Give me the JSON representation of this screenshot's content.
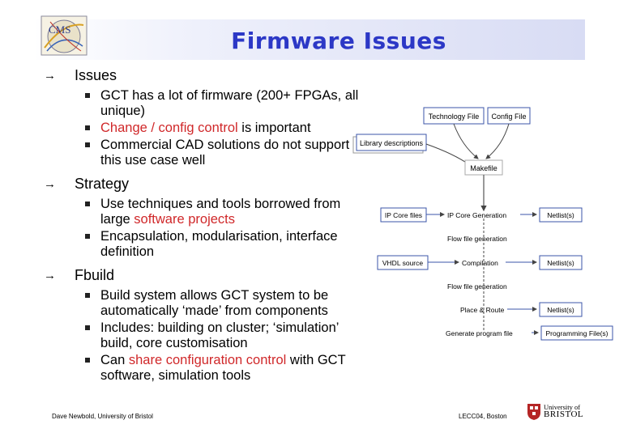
{
  "title": "Firmware Issues",
  "sections": [
    {
      "heading": "Issues",
      "bullets": [
        {
          "parts": [
            {
              "t": "GCT has a lot of firmware (200+ FPGAs, all unique)",
              "c": "black"
            }
          ]
        },
        {
          "parts": [
            {
              "t": "Change / config control",
              "c": "red"
            },
            {
              "t": " is important",
              "c": "black"
            }
          ]
        },
        {
          "parts": [
            {
              "t": "Commercial CAD solutions do not support this use case well",
              "c": "black"
            }
          ]
        }
      ]
    },
    {
      "heading": "Strategy",
      "bullets": [
        {
          "parts": [
            {
              "t": "Use techniques and tools borrowed from large ",
              "c": "black"
            },
            {
              "t": "software projects",
              "c": "red"
            }
          ]
        },
        {
          "parts": [
            {
              "t": "Encapsulation, modularisation, interface definition",
              "c": "black"
            }
          ]
        }
      ]
    },
    {
      "heading": "Fbuild",
      "bullets": [
        {
          "parts": [
            {
              "t": "Build system allows GCT system to be automatically ‘made’ from components",
              "c": "black"
            }
          ]
        },
        {
          "parts": [
            {
              "t": "Includes: building on cluster; ‘simulation’ build, core customisation",
              "c": "black"
            }
          ]
        },
        {
          "parts": [
            {
              "t": "Can ",
              "c": "black"
            },
            {
              "t": "share configuration control",
              "c": "red"
            },
            {
              "t": " with GCT software, simulation tools",
              "c": "black"
            }
          ]
        }
      ]
    }
  ],
  "diagram": {
    "technology_file": "Technology File",
    "config_file": "Config File",
    "library_descriptions": "Library descriptions",
    "makefile": "Makefile",
    "ip_core_files": "IP Core files",
    "ip_core_generation": "IP Core Generation",
    "flow_file_generation_1": "Flow file generation",
    "vhdl_source": "VHDL source",
    "compilation": "Compilation",
    "flow_file_generation_2": "Flow file generation",
    "place_route": "Place & Route",
    "generate_program_file": "Generate program file",
    "netlists_1": "Netlist(s)",
    "netlists_2": "Netlist(s)",
    "netlists_3": "Netlist(s)",
    "programming_files": "Programming File(s)"
  },
  "logo_text": "CMS",
  "footer": {
    "left": "Dave Newbold, University of Bristol",
    "right": "LECC04, Boston"
  },
  "university": {
    "line1": "University of",
    "line2": "BRISTOL"
  },
  "colors": {
    "title": "#2c38c6",
    "highlight": "#d0282a",
    "box_border": "#3b56a8"
  }
}
